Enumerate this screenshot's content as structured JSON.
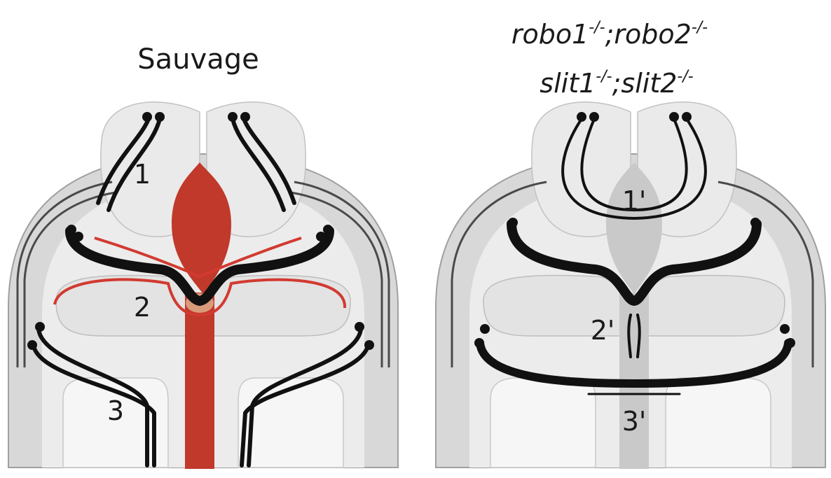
{
  "panels": [
    {
      "title": "Sauvage",
      "tract_labels": [
        "1",
        "2",
        "3"
      ]
    },
    {
      "title_line1": {
        "a_base": "robo1",
        "a_sup": "-/-",
        "sep": ";",
        "b_base": "robo2",
        "b_sup": "-/-"
      },
      "title_line2": {
        "a_base": "slit1",
        "a_sup": "-/-",
        "sep": ";",
        "b_base": "slit2",
        "b_sup": "-/-"
      },
      "tract_labels": [
        "1'",
        "2'",
        "3'"
      ]
    }
  ],
  "colors": {
    "outer_tissue": "#d6d6d6",
    "outer_edge": "#9a9a9a",
    "inner_tissue": "#ebebeb",
    "lobe": "#e9e9e9",
    "midline_wildtype": "#c0392b",
    "midline_mutant": "#c9c9c9",
    "axon": "#111111"
  }
}
